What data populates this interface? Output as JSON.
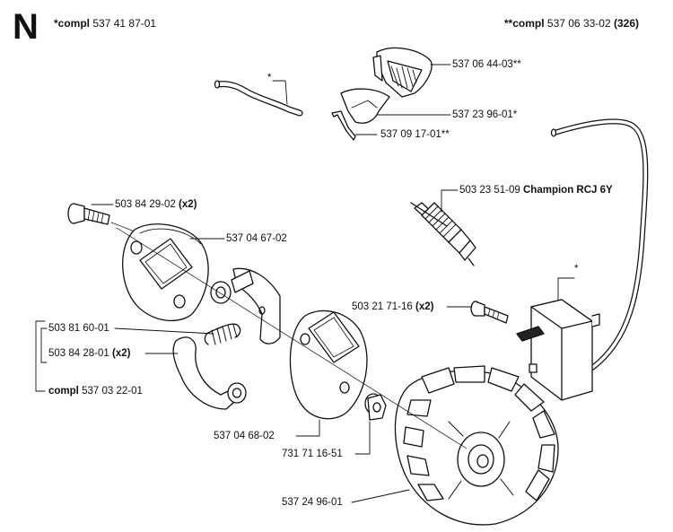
{
  "section": "N",
  "header_left": {
    "prefix": "*compl",
    "number": "537 41 87-01"
  },
  "header_right": {
    "prefix": "**compl",
    "number": "537 06 33-02",
    "suffix": "(326)"
  },
  "parts": {
    "air_guide_cover": "537 06 44-03**",
    "deflector": "537 23 96-01*",
    "spring_clip": "537 09 17-01**",
    "hose_marker": "*",
    "spark_plug_number": "503 23 51-09",
    "spark_plug_name": "Champion RCJ 6Y",
    "screw_top_number": "503 84 29-02",
    "qty_x2": "(x2)",
    "clutch_plate_front": "537 04 67-02",
    "module_marker": "*",
    "module_screw_number": "503 21 71-16",
    "spring_number": "503 81 60-01",
    "clutch_shoe_screw_number": "503 84 28-01",
    "clutch_compl_prefix": "compl",
    "clutch_compl_number": "537 03 22-01",
    "clutch_plate_rear": "537 04 68-02",
    "washer": "731 71 16-51",
    "flywheel": "537 24 96-01"
  }
}
